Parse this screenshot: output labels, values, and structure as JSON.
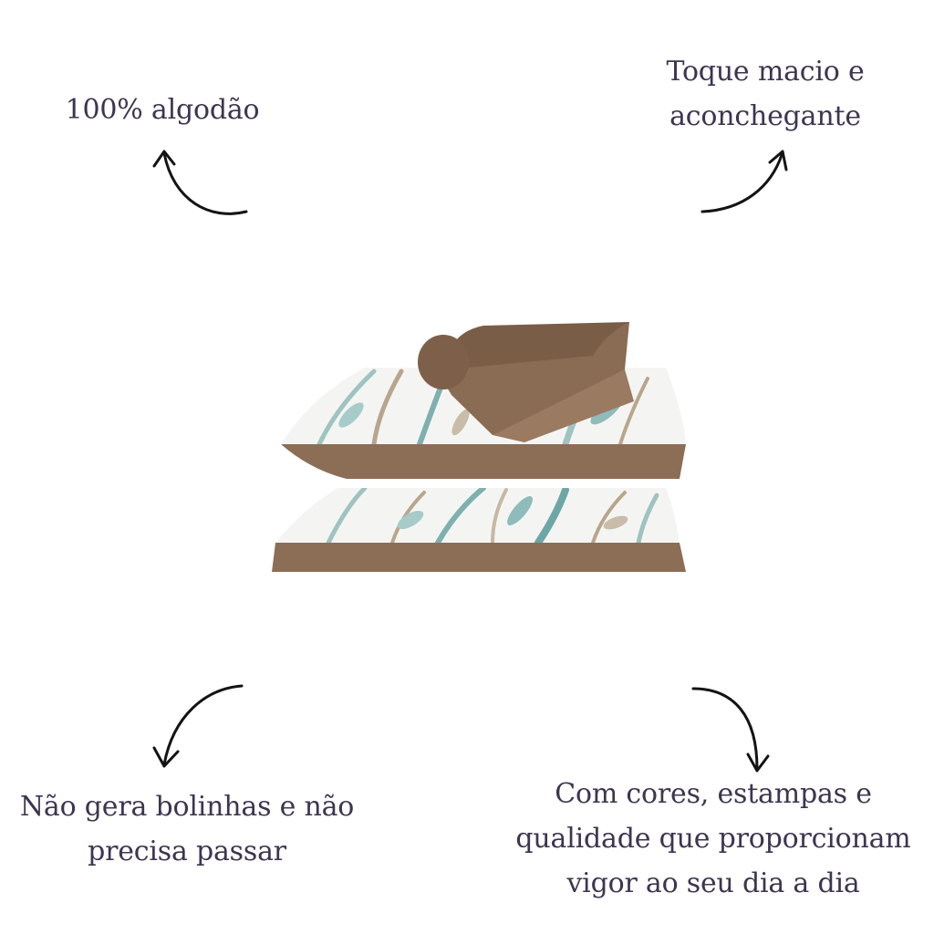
{
  "features": {
    "cotton": [
      "100% algodão"
    ],
    "soft": [
      "Toque macio e",
      "aconchegante"
    ],
    "no_pilling": [
      "Não gera bolinhas e não",
      "precisa passar"
    ],
    "colors": [
      "Com cores, estampas e",
      "qualidade que proporcionam",
      "vigor ao seu dia a dia"
    ]
  },
  "icons": {
    "top_left": "curved-arrow-up-icon",
    "top_right": "curved-arrow-up-icon",
    "bottom_left": "curved-arrow-down-icon",
    "bottom_right": "curved-arrow-down-icon"
  },
  "colors": {
    "text": "#3e3550",
    "arrow": "#141414",
    "fabric_brown": "#8c6d55",
    "print_teal": "#7fb0b0",
    "print_beige": "#b9a58d"
  }
}
